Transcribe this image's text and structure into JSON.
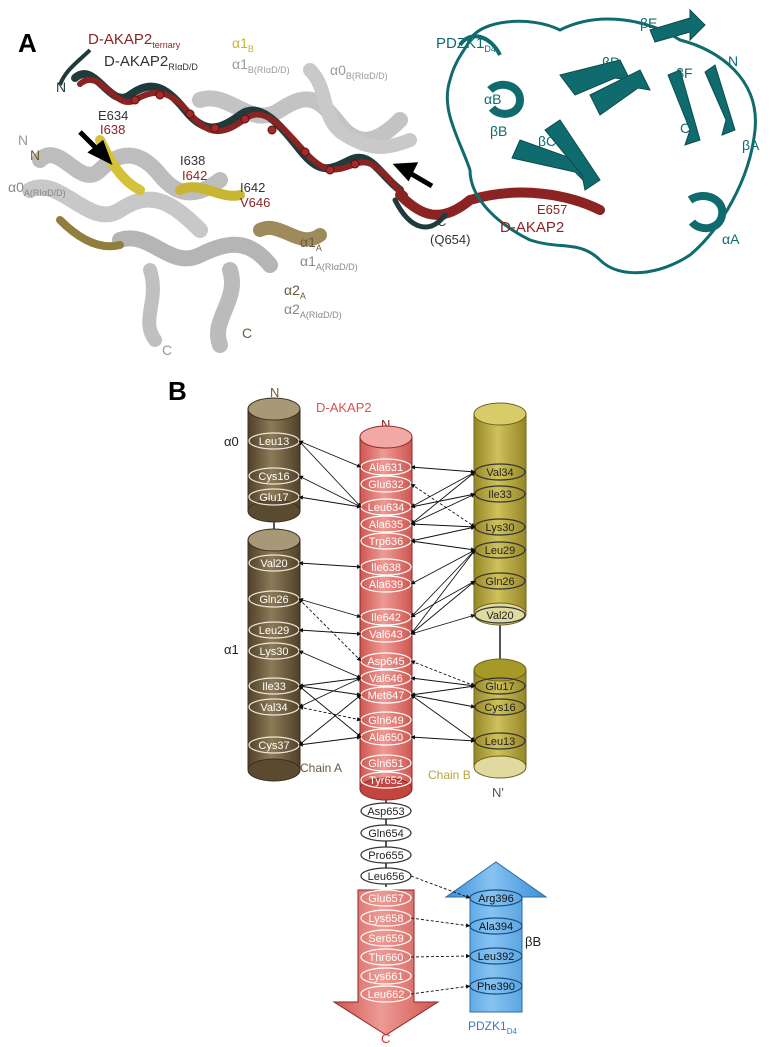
{
  "panel_a": {
    "panel_label": "A",
    "labels": {
      "dakap2_ternary": "D-AKAP2",
      "dakap2_ternary_sub": "ternary",
      "dakap2_rla": "D-AKAP2",
      "dakap2_rla_sub": "RIαD/D",
      "a1b": "α1",
      "a1b_sub": "B",
      "a1b_rla": "α1",
      "a1b_rla_sub": "B(RIαD/D)",
      "a0b_rla": "α0",
      "a0b_rla_sub": "B(RIαD/D)",
      "n_top": "N",
      "e634": "E634",
      "i638_red": "I638",
      "n_left1": "N",
      "n_left2": "N",
      "i638_dark": "I638",
      "i642_red": "I642",
      "i642_dark": "I642",
      "v646": "V646",
      "a0a_rla": "α0",
      "a0a_rla_sub": "A(RIαD/D)",
      "a1a": "α1",
      "a1a_sub": "A",
      "a1a_rla": "α1",
      "a1a_rla_sub": "A(RIαD/D)",
      "a2a": "α2",
      "a2a_sub": "A",
      "a2a_rla": "α2",
      "a2a_rla_sub": "A(RIαD/D)",
      "c1": "C",
      "c2": "C",
      "c_term": "C",
      "q654": "(Q654)",
      "e657": "E657",
      "dakap2_link": "D-AKAP2",
      "pdzk1": "PDZK1",
      "pdzk1_sub": "D4",
      "bE": "βE",
      "bD": "βD",
      "bF": "βF",
      "n_pdz": "N",
      "aB": "αB",
      "bB": "βB",
      "bC": "βC",
      "c_pdz": "C",
      "bA": "βA",
      "aA": "αA"
    }
  },
  "panel_b": {
    "panel_label": "B",
    "chain_a": {
      "n_label": "N",
      "helix0_label": "α0",
      "helix1_label": "α1",
      "name": "Chain A",
      "residues": [
        "Leu13",
        "Cys16",
        "Glu17",
        "Val20",
        "Gln26",
        "Leu29",
        "Lys30",
        "Ile33",
        "Val34",
        "Cys37"
      ]
    },
    "dakap2": {
      "name": "D-AKAP2",
      "n_label": "N",
      "c_label": "C",
      "helix_residues": [
        "Ala631",
        "Glu632",
        "Leu634",
        "Ala635",
        "Trp636",
        "Ile638",
        "Ala639",
        "Ile642",
        "Val643",
        "Asp645",
        "Val646",
        "Met647",
        "Gln649",
        "Ala650",
        "Gln651",
        "Tyr652"
      ],
      "linker_residues": [
        "Asp653",
        "Gln654",
        "Pro655",
        "Leu656"
      ],
      "strand_residues": [
        "Glu657",
        "Lys658",
        "Ser659",
        "Thr660",
        "Lys661",
        "Leu662"
      ]
    },
    "chain_b": {
      "name": "Chain B",
      "n_label": "N'",
      "residues": [
        "Val34",
        "Ile33",
        "Lys30",
        "Leu29",
        "Gln26",
        "Val20",
        "Glu17",
        "Cys16",
        "Leu13"
      ]
    },
    "pdzk1": {
      "name": "PDZK1",
      "sub": "D4",
      "strand_label": "βB",
      "residues": [
        "Arg396",
        "Ala394",
        "Leu392",
        "Phe390"
      ]
    },
    "colors": {
      "chain_a": "#6b5a3e",
      "dakap2": "#e2716c",
      "chain_b": "#b4a63a",
      "pdzk1": "#5aa9ea",
      "dark_red": "#8b2323",
      "teal": "#0f6b6e"
    }
  }
}
